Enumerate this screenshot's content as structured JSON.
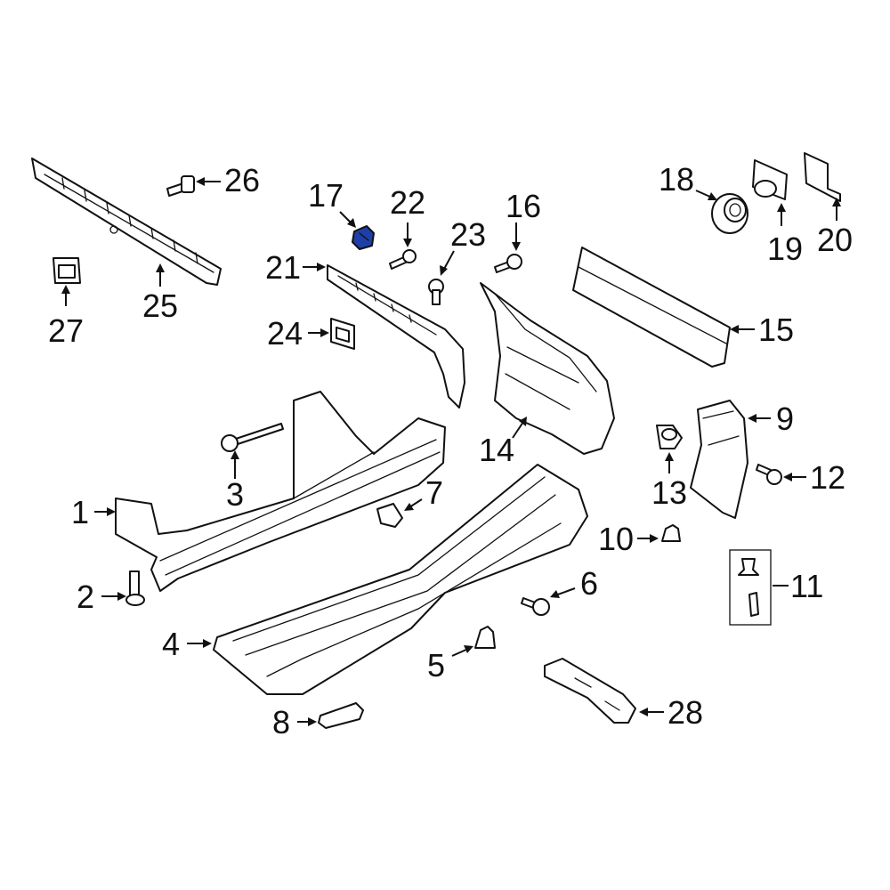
{
  "diagram": {
    "highlight_color": "#1f3fa8",
    "highlighted_part": "17",
    "callouts": [
      "1",
      "2",
      "3",
      "4",
      "5",
      "6",
      "7",
      "8",
      "9",
      "10",
      "11",
      "12",
      "13",
      "14",
      "15",
      "16",
      "17",
      "18",
      "19",
      "20",
      "21",
      "22",
      "23",
      "24",
      "25",
      "26",
      "27",
      "28"
    ]
  }
}
